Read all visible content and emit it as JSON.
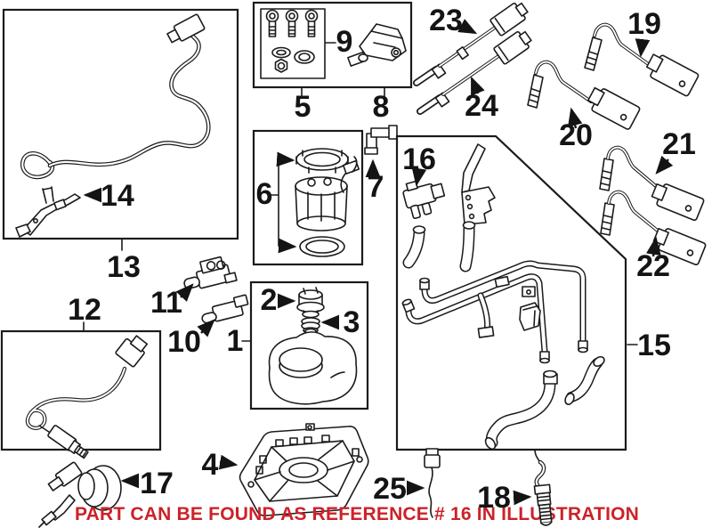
{
  "diagram": {
    "background_color": "#ffffff",
    "line_color": "#1b1b1b",
    "label_color": "#141414",
    "notice": {
      "text": "PART CAN BE FOUND AS REFERENCE # 16 IN ILLUSTRATION",
      "color": "#cc2229"
    },
    "labels": {
      "n1": "1",
      "n2": "2",
      "n3": "3",
      "n4": "4",
      "n5": "5",
      "n6": "6",
      "n7": "7",
      "n8": "8",
      "n9": "9",
      "n10": "10",
      "n11": "11",
      "n12": "12",
      "n13": "13",
      "n14": "14",
      "n15": "15",
      "n16": "16",
      "n17": "17",
      "n18": "18",
      "n19": "19",
      "n20": "20",
      "n21": "21",
      "n22": "22",
      "n23": "23",
      "n24": "24",
      "n25": "25"
    }
  }
}
